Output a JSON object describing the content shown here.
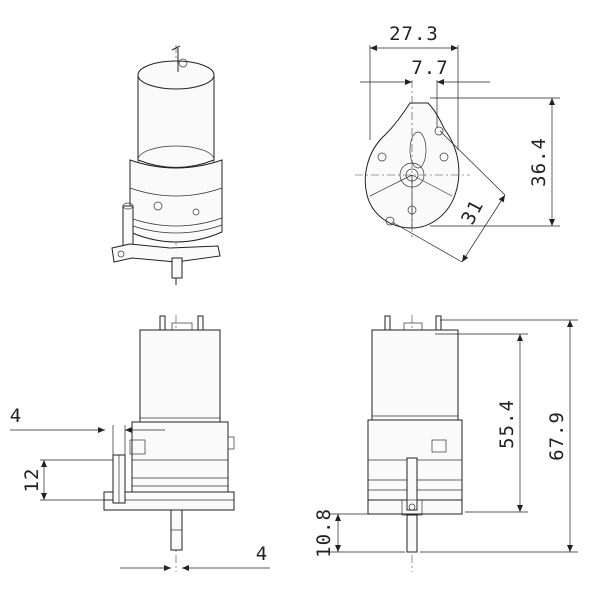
{
  "dimensions": {
    "width_total": "27.3",
    "offset": "7.7",
    "height_top": "36.4",
    "diagonal": "31",
    "left_offset": "4",
    "left_inlet": "12",
    "bottom_outlet": "4",
    "body_height": "55.4",
    "total_height": "67.9",
    "outlet_height": "10.8"
  },
  "colors": {
    "line": "#222222",
    "background": "#ffffff"
  }
}
